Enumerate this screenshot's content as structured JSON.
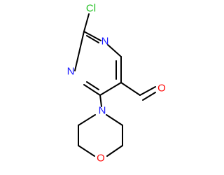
{
  "molecule": {
    "atoms": [
      {
        "id": "cl",
        "element": "Cl",
        "label": "Cl",
        "color": "#1fbf1f"
      },
      {
        "id": "n1",
        "element": "N",
        "label": "N",
        "color": "#1919ff"
      },
      {
        "id": "n3",
        "element": "N",
        "label": "N",
        "color": "#1919ff"
      },
      {
        "id": "n_morph",
        "element": "N",
        "label": "N",
        "color": "#1919ff"
      },
      {
        "id": "o_morph",
        "element": "O",
        "label": "O",
        "color": "#ff0d0d"
      },
      {
        "id": "o_ald",
        "element": "O",
        "label": "O",
        "color": "#ff0d0d"
      }
    ],
    "bond_color": "#000000"
  }
}
